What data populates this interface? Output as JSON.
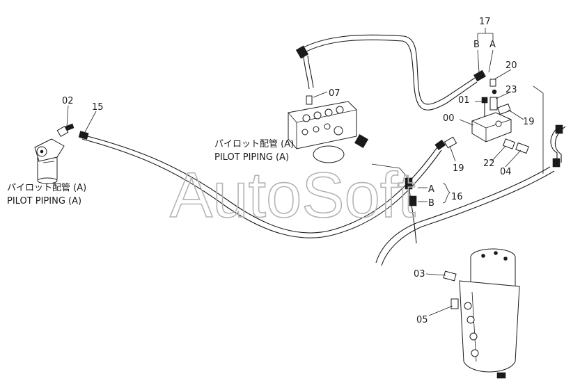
{
  "watermark": "AutoSoft",
  "labels": {
    "pilot_left_jp": "パイロット配管 (A)",
    "pilot_left_en": "PILOT PIPING (A)",
    "pilot_mid_jp": "パイロット配管 (A)",
    "pilot_mid_en": "PILOT PIPING (A)"
  },
  "callouts": {
    "p00": "00",
    "p01": "01",
    "p02": "02",
    "p03": "03",
    "p04": "04",
    "p05": "05",
    "p07": "07",
    "p15": "15",
    "p16": "16",
    "p17": "17",
    "p19a": "19",
    "p19b": "19",
    "p20": "20",
    "p22": "22",
    "p23": "23"
  },
  "port_labels": {
    "a17": "A",
    "b17": "B",
    "a16": "A",
    "b16": "B"
  },
  "colors": {
    "line": "#1a1a1a",
    "watermark": "#b4b4b4",
    "background": "#ffffff"
  }
}
